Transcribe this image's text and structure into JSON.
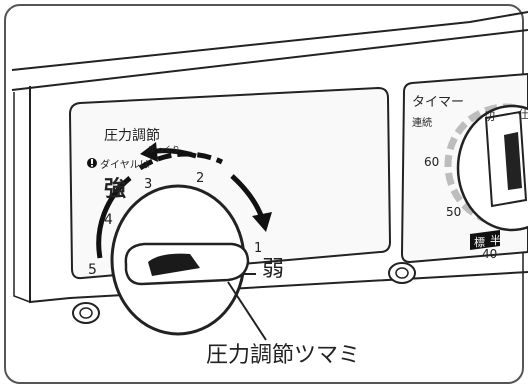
{
  "pressure_panel": {
    "title": "圧力調節",
    "warning_icon": "exclamation-circle-icon",
    "warning_text": "ダイヤルは",
    "warning_text_2": "ゆっくり",
    "strong_label": "強",
    "weak_label": "弱",
    "scale_numbers": [
      "1",
      "2",
      "3",
      "4",
      "5"
    ]
  },
  "timer_panel": {
    "title": "タイマー",
    "off_label": "切",
    "continuous_label": "連続",
    "partial_label": "仕",
    "scale_numbers": [
      "60",
      "50",
      "40"
    ],
    "standard_label": "標",
    "half_label": "半"
  },
  "callout": {
    "label": "圧力調節ツマミ"
  },
  "colors": {
    "line": "#222222",
    "panel_face": "#f7f7f7",
    "dial_face": "#ffffff",
    "timer_scale_gray": "#bdbdbd",
    "arrow_black": "#111111"
  }
}
